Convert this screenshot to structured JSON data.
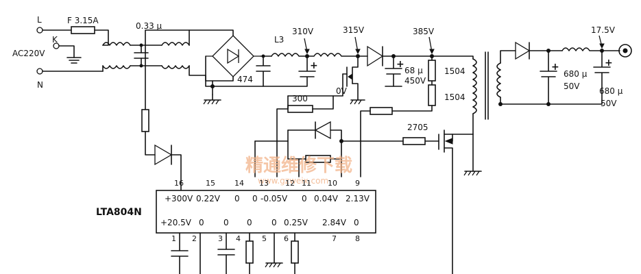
{
  "labels": {
    "line_l": "L",
    "line_k": "K",
    "line_n": "N",
    "ac_input": "AC220V",
    "fuse": "F 3.15A",
    "cap_filter": "0.33 μ",
    "inductor_l3": "L3",
    "bridge_474": "474",
    "v310": "310V",
    "v315": "315V",
    "v385": "385V",
    "cap_68u": "68 μ",
    "cap_450v": "450V",
    "v0": "0V",
    "r300": "300",
    "r1504_a": "1504",
    "r1504_b": "1504",
    "r2705": "2705",
    "v17_5": "17.5V",
    "cap_680u_a": "680 μ",
    "cap_50v_a": "50V",
    "cap_680u_b": "680 μ",
    "cap_50v_b": "50V",
    "ic_name": "LTA804N",
    "watermark": "精通维修下载",
    "watermark_url": "www.gzweix.com"
  },
  "ic": {
    "top_pins": [
      "16",
      "15",
      "14",
      "13",
      "12",
      "11",
      "10",
      "9"
    ],
    "top_voltages": [
      "+300V",
      "0.22V",
      "0",
      "0",
      "-0.05V",
      "0",
      "0.04V",
      "2.13V"
    ],
    "bottom_pins": [
      "1",
      "2",
      "3",
      "4",
      "5",
      "6",
      "7",
      "8"
    ],
    "bottom_voltages": [
      "+20.5V",
      "0",
      "0",
      "0",
      "0",
      "0.25V",
      "2.84V",
      "0"
    ]
  }
}
